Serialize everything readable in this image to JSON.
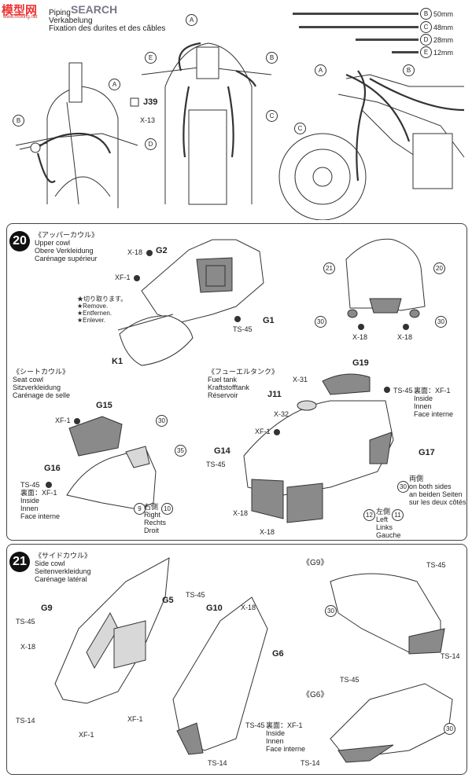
{
  "watermark": {
    "logo_text": "模型网",
    "site": "SEARCH",
    "url": "www.moxing.net"
  },
  "section_top": {
    "title_lines": [
      "Piping",
      "Verkabelung",
      "Fixation des durites et des câbles"
    ],
    "cables": [
      {
        "letter": "B",
        "length": "50mm"
      },
      {
        "letter": "C",
        "length": "48mm"
      },
      {
        "letter": "D",
        "length": "28mm"
      },
      {
        "letter": "E",
        "length": "12mm"
      }
    ],
    "part_labels": {
      "j39": "J39",
      "x13": "X-13"
    }
  },
  "step20": {
    "number": "20",
    "upper_cowl": {
      "jp": "《アッパーカウル》",
      "en": "Upper cowl",
      "de": "Obere Verkleidung",
      "fr": "Carénage supérieur"
    },
    "remove_note": [
      "★切り取ります。",
      "★Remove.",
      "★Entfernen.",
      "★Enlever."
    ],
    "labels": {
      "x18": "X-18",
      "g2": "G2",
      "xf1": "XF-1",
      "g1": "G1",
      "ts45": "TS-45",
      "k1": "K1",
      "x18b": "X-18",
      "x18c": "X-18"
    },
    "decals": {
      "d21": "21",
      "d20": "20",
      "d30a": "30",
      "d30b": "30"
    },
    "seat_cowl": {
      "jp": "《シートカウル》",
      "en": "Seat cowl",
      "de": "Sitzverkleidung",
      "fr": "Carénage de selle"
    },
    "seat_labels": {
      "g15": "G15",
      "xf1": "XF-1",
      "d30": "30",
      "d35": "35",
      "g16": "G16",
      "ts45": "TS-45",
      "back": "裏面：XF-1",
      "inside": [
        "Inside",
        "Innen",
        "Face interne"
      ],
      "d9": "9",
      "d10": "10",
      "right": [
        "右側",
        "Right",
        "Rechts",
        "Droit"
      ]
    },
    "fuel_tank": {
      "jp": "《フューエルタンク》",
      "en": "Fuel tank",
      "de": "Kraftstofftank",
      "fr": "Réservoir"
    },
    "tank_labels": {
      "x31": "X-31",
      "g19": "G19",
      "j11": "J11",
      "x32": "X-32",
      "ts45": "TS-45",
      "back": "裏面：XF-1",
      "inside": [
        "Inside",
        "Innen",
        "Face interne"
      ],
      "xf1": "XF-1",
      "g17": "G17",
      "g14": "G14",
      "ts45b": "TS-45",
      "d30": "30",
      "both": [
        "両側",
        "on both sides",
        "an beiden Seiten",
        "sur les deux côtés"
      ],
      "x18": "X-18",
      "x18b": "X-18",
      "d12": "12",
      "d11": "11",
      "left": [
        "左側",
        "Left",
        "Links",
        "Gauche"
      ]
    }
  },
  "step21": {
    "number": "21",
    "side_cowl": {
      "jp": "《サイドカウル》",
      "en": "Side cowl",
      "de": "Seitenverkleidung",
      "fr": "Carénage latéral"
    },
    "labels": {
      "g9": "G9",
      "ts45": "TS-45",
      "g5": "G5",
      "ts45b": "TS-45",
      "g10": "G10",
      "x18": "X-18",
      "x18b": "X-18",
      "g6": "G6",
      "ts14": "TS-14",
      "xf1": "XF-1",
      "xf1b": "XF-1",
      "ts45c": "TS-45",
      "back": "裏面：XF-1",
      "inside": [
        "Inside",
        "Innen",
        "Face interne"
      ],
      "ts14b": "TS-14"
    },
    "g9_view": {
      "title": "《G9》",
      "ts45": "TS-45",
      "d30": "30",
      "ts14": "TS-14"
    },
    "g6_view": {
      "title": "《G6》",
      "ts45": "TS-45",
      "d30": "30",
      "ts14": "TS-14"
    }
  }
}
